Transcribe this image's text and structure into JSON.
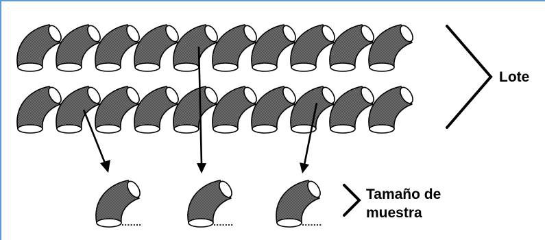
{
  "labels": {
    "lot": "Lote",
    "sample_line1": "Tamaño de",
    "sample_line2": "muestra"
  },
  "lot": {
    "rows": 2,
    "elbows_per_row": 10
  },
  "sample": {
    "elbows": 3
  },
  "icons": {
    "item": "elbow-pipe-icon"
  },
  "colors": {
    "elbow_fill": "#555555",
    "elbow_stipple": "#8a8a8a",
    "outline": "#000000",
    "frame": "#5b9bd5"
  }
}
